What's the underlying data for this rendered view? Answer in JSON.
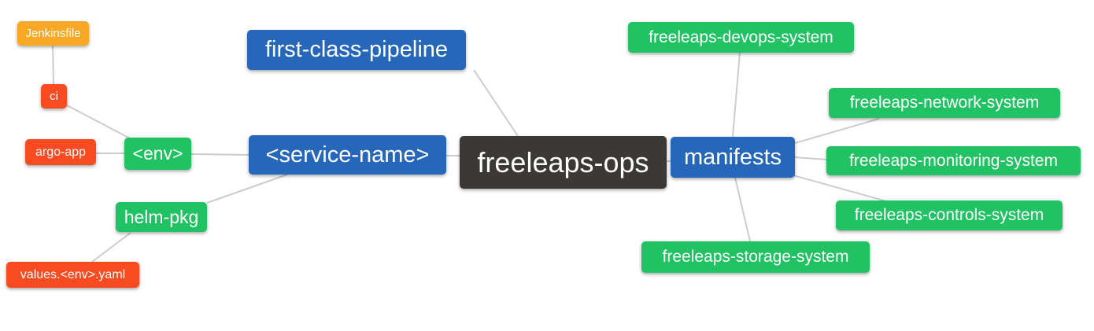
{
  "diagram": {
    "type": "mindmap",
    "root_label": "freeleaps-ops",
    "colors": {
      "orange": "#f9a825",
      "red": "#f84b22",
      "green": "#21c263",
      "blue": "#2767b9",
      "dark": "#3b3835",
      "edge": "#cccccc",
      "text": "#ffffff",
      "background": "#ffffff"
    },
    "nodes": [
      {
        "id": "jenkinsfile",
        "label": "Jenkinsfile",
        "color": "orange"
      },
      {
        "id": "ci",
        "label": "ci",
        "color": "red"
      },
      {
        "id": "argo-app",
        "label": "argo-app",
        "color": "red"
      },
      {
        "id": "env",
        "label": "<env>",
        "color": "green"
      },
      {
        "id": "helm-pkg",
        "label": "helm-pkg",
        "color": "green"
      },
      {
        "id": "values-env-yaml",
        "label": "values.<env>.yaml",
        "color": "red"
      },
      {
        "id": "first-class-pipeline",
        "label": "first-class-pipeline",
        "color": "blue"
      },
      {
        "id": "service-name",
        "label": "<service-name>",
        "color": "blue"
      },
      {
        "id": "freeleaps-ops",
        "label": "freeleaps-ops",
        "color": "dark"
      },
      {
        "id": "manifests",
        "label": "manifests",
        "color": "blue"
      },
      {
        "id": "freeleaps-devops-system",
        "label": "freeleaps-devops-system",
        "color": "green"
      },
      {
        "id": "freeleaps-network-system",
        "label": "freeleaps-network-system",
        "color": "green"
      },
      {
        "id": "freeleaps-monitoring-system",
        "label": "freeleaps-monitoring-system",
        "color": "green"
      },
      {
        "id": "freeleaps-controls-system",
        "label": "freeleaps-controls-system",
        "color": "green"
      },
      {
        "id": "freeleaps-storage-system",
        "label": "freeleaps-storage-system",
        "color": "green"
      }
    ],
    "edges": [
      [
        "jenkinsfile",
        "ci"
      ],
      [
        "ci",
        "env"
      ],
      [
        "argo-app",
        "env"
      ],
      [
        "env",
        "service-name"
      ],
      [
        "service-name",
        "helm-pkg"
      ],
      [
        "helm-pkg",
        "values-env-yaml"
      ],
      [
        "first-class-pipeline",
        "freeleaps-ops"
      ],
      [
        "service-name",
        "freeleaps-ops"
      ],
      [
        "freeleaps-ops",
        "manifests"
      ],
      [
        "manifests",
        "freeleaps-devops-system"
      ],
      [
        "manifests",
        "freeleaps-network-system"
      ],
      [
        "manifests",
        "freeleaps-monitoring-system"
      ],
      [
        "manifests",
        "freeleaps-controls-system"
      ],
      [
        "manifests",
        "freeleaps-storage-system"
      ]
    ]
  }
}
